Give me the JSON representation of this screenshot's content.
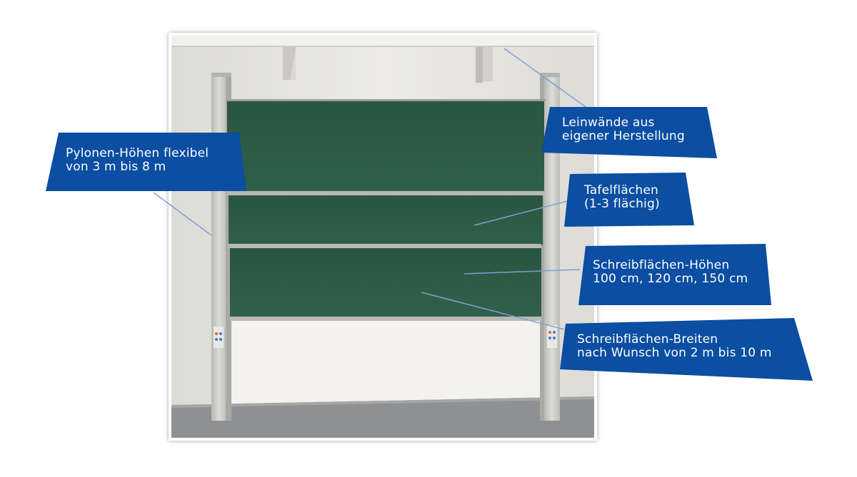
{
  "colors": {
    "callout_fill": "#0b4ea2",
    "leader_line": "#7f9fd6",
    "board_green": "#2f5b45",
    "wall": "#e8e7e2",
    "floor": "#8f9092",
    "pylon": "#cfd0cc"
  },
  "callouts": [
    {
      "id": "pylon-heights",
      "lines": [
        "Pylonen-Höhen flexibel",
        "von 3 m bis 8 m"
      ]
    },
    {
      "id": "screens",
      "lines": [
        "Leinwände aus",
        "eigener Herstellung"
      ]
    },
    {
      "id": "board-surfaces",
      "lines": [
        "Tafelflächen",
        "(1-3 flächig)"
      ]
    },
    {
      "id": "writing-heights",
      "lines": [
        "Schreibflächen-Höhen",
        "100 cm, 120 cm, 150 cm"
      ]
    },
    {
      "id": "writing-widths",
      "lines": [
        "Schreibflächen-Breiten",
        "nach Wunsch von 2 m bis 10 m"
      ]
    }
  ]
}
